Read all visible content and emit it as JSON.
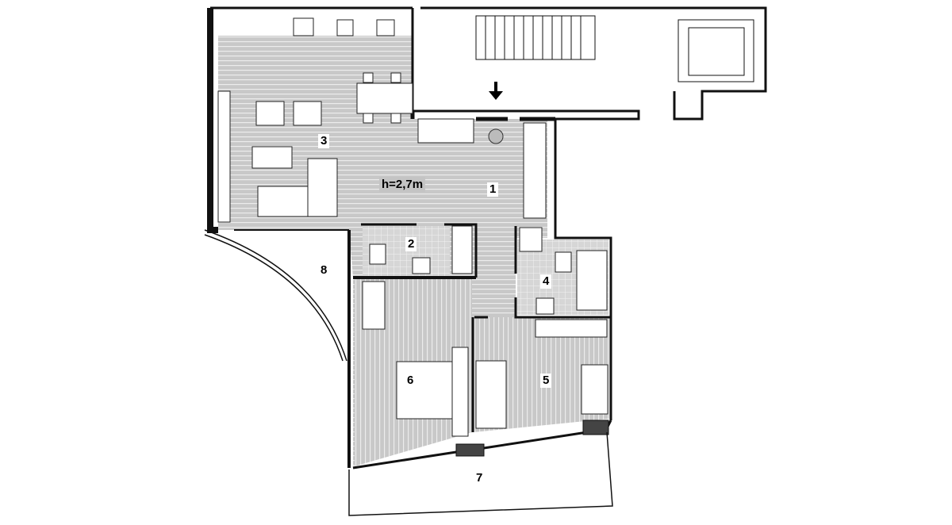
{
  "plan": {
    "ceiling_height": "h=2,7m",
    "rooms": [
      {
        "number": "1"
      },
      {
        "number": "2"
      },
      {
        "number": "3"
      },
      {
        "number": "4"
      },
      {
        "number": "5"
      },
      {
        "number": "6"
      },
      {
        "number": "7"
      },
      {
        "number": "8"
      }
    ]
  },
  "colors": {
    "floor": "#c8c8c8",
    "stripe": "#e6e6e6",
    "tile": "#d0d0d0",
    "wall": "#111111"
  }
}
